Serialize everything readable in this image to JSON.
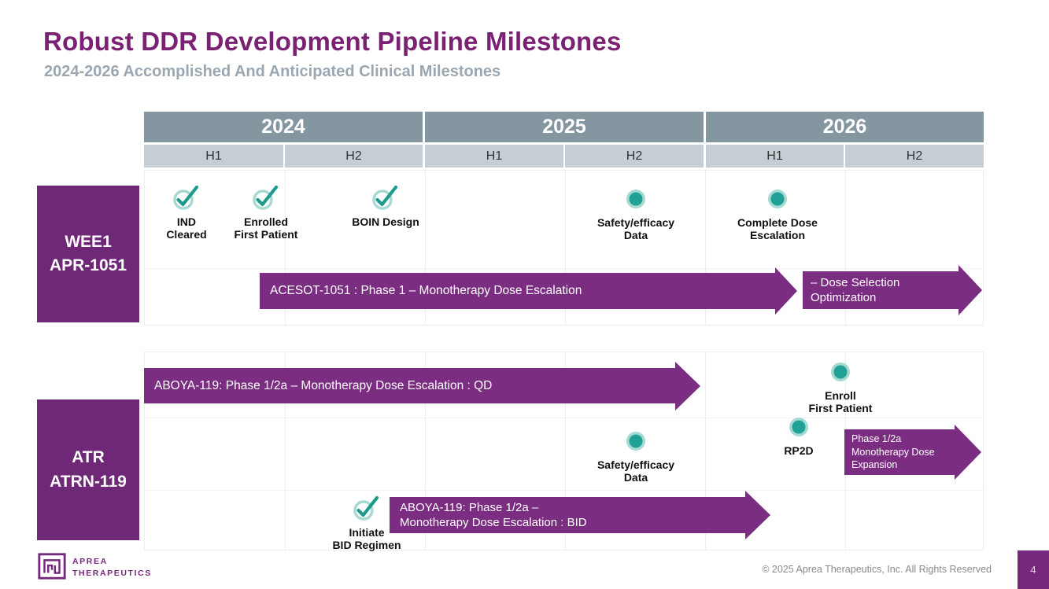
{
  "slide": {
    "title": "Robust DDR Development Pipeline Milestones",
    "subtitle": "2024-2026 Accomplished And Anticipated Clinical Milestones"
  },
  "colors": {
    "title_purple": "#7A2173",
    "box_purple": "#6E2877",
    "arrow_purple": "#7B2D81",
    "year_header_gray": "#8496A0",
    "half_header_gray": "#C4CED4",
    "teal": "#21A095",
    "teal_light": "#A7D9D3",
    "subtitle_gray": "#9AA7B1"
  },
  "timeline": {
    "years": [
      "2024",
      "2025",
      "2026"
    ],
    "halves": [
      "H1",
      "H2",
      "H1",
      "H2",
      "H1",
      "H2"
    ]
  },
  "programs": [
    {
      "name_lines": [
        "WEE1",
        "APR-1051"
      ]
    },
    {
      "name_lines": [
        "ATR",
        "ATRN-119"
      ]
    }
  ],
  "wee1": {
    "milestones": [
      {
        "icon": "check",
        "lines": [
          "IND",
          "Cleared"
        ]
      },
      {
        "icon": "check",
        "lines": [
          "Enrolled",
          "First Patient"
        ]
      },
      {
        "icon": "check",
        "lines": [
          "BOIN Design"
        ]
      },
      {
        "icon": "dot",
        "lines": [
          "Safety/efficacy",
          "Data"
        ]
      },
      {
        "icon": "dot",
        "lines": [
          "Complete Dose",
          "Escalation"
        ]
      }
    ],
    "arrows": [
      {
        "lines": [
          "ACESOT-1051 : Phase 1 – Monotherapy Dose Escalation"
        ]
      },
      {
        "lines": [
          "– Dose Selection",
          "Optimization"
        ]
      }
    ]
  },
  "atr": {
    "milestones": [
      {
        "icon": "dot",
        "lines": [
          "Enroll",
          "First Patient"
        ]
      },
      {
        "icon": "dot",
        "lines": [
          "RP2D"
        ]
      },
      {
        "icon": "dot",
        "lines": [
          "Safety/efficacy",
          "Data"
        ]
      },
      {
        "icon": "check",
        "lines": [
          "Initiate",
          "BID Regimen"
        ]
      }
    ],
    "arrows": [
      {
        "lines": [
          "ABOYA-119: Phase 1/2a – Monotherapy Dose Escalation : QD"
        ]
      },
      {
        "lines": [
          "Phase 1/2a",
          "Monotherapy Dose",
          "Expansion"
        ]
      },
      {
        "lines": [
          "ABOYA-119: Phase 1/2a –",
          "Monotherapy Dose Escalation : BID"
        ]
      }
    ]
  },
  "footer": {
    "logo_line1": "APREA",
    "logo_line2": "THERAPEUTICS",
    "copyright": "© 2025 Aprea Therapeutics, Inc. All Rights Reserved",
    "page_number": "4"
  }
}
